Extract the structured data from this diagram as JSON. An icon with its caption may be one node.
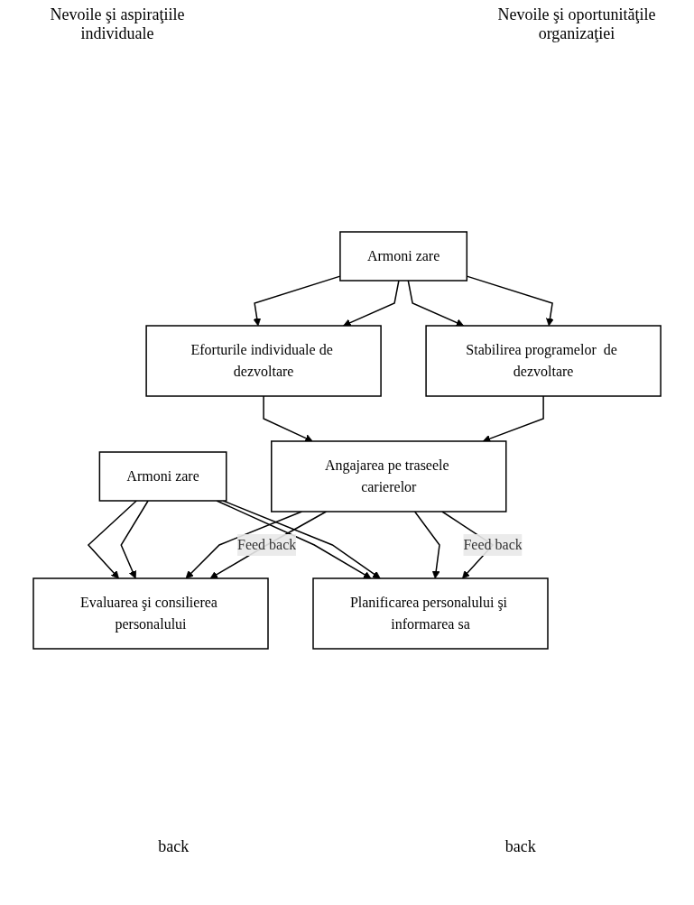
{
  "diagram": {
    "nodes": [
      {
        "text": [
          "Evaluarea şi consilierea personalului"
        ]
      },
      {
        "text": [
          "Armoni zare"
        ]
      },
      {
        "text": [
          "Planificarea personalului şi informarea sa"
        ]
      },
      {
        "text": [
          "Eforturile individuale de dezvoltare"
        ]
      },
      {
        "text": [
          "Armoni zare"
        ]
      },
      {
        "text": [
          "Stabilirea programelor  de dezvoltare"
        ]
      },
      {
        "text": [
          "Angajarea pe traseele carierelor"
        ]
      }
    ],
    "edges": [
      {
        "from": 1,
        "to": 0,
        "arrow": "to"
      },
      {
        "from": 1,
        "to": 0,
        "arrow": "to"
      },
      {
        "from": 1,
        "to": 2,
        "arrow": "to"
      },
      {
        "from": 1,
        "to": 2,
        "arrow": "to"
      },
      {
        "from": 4,
        "to": 3,
        "arrow": "to"
      },
      {
        "from": 4,
        "to": 3,
        "arrow": "to"
      },
      {
        "from": 4,
        "to": 5,
        "arrow": "to"
      },
      {
        "from": 4,
        "to": 5,
        "arrow": "to"
      },
      {
        "from": 3,
        "to": 6,
        "arrow": "to"
      },
      {
        "from": 5,
        "to": 6,
        "arrow": "to"
      },
      {
        "from": 6,
        "to": 0,
        "arrow": "to"
      },
      {
        "from": 6,
        "to": 0,
        "arrow": "to",
        "label": "Feed back"
      },
      {
        "from": 6,
        "to": 2,
        "arrow": "to"
      },
      {
        "from": 6,
        "to": 2,
        "arrow": "to",
        "label": "Feed back"
      }
    ],
    "labels": [
      "Nevoile şi aspiraţiile individuale",
      "Nevoile şi oportunităţile organizaţiei",
      "back",
      "back"
    ]
  }
}
